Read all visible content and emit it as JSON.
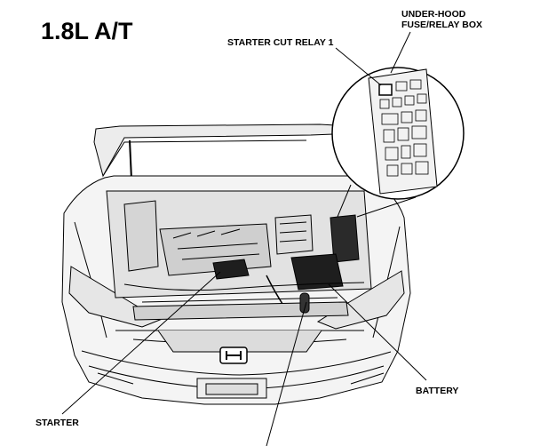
{
  "title": "1.8L A/T",
  "labels": {
    "fuse_box": [
      "UNDER-HOOD",
      "FUSE/RELAY BOX"
    ],
    "relay": "STARTER CUT RELAY 1",
    "battery": "BATTERY",
    "starter": "STARTER"
  },
  "colors": {
    "line": "#000000",
    "car_fill": "#f4f4f4",
    "shade": "#d8d8d8",
    "dark": "#222222"
  }
}
